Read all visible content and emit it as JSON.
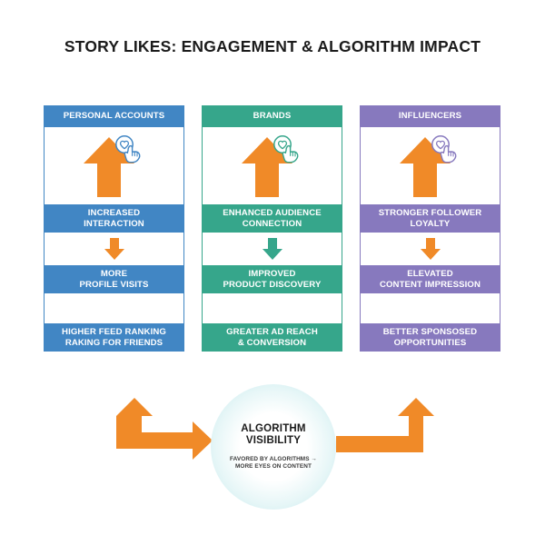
{
  "title": "STORY LIKES: ENGAGEMENT & ALGORITHM IMPACT",
  "colors": {
    "orange": "#F08A28",
    "blue": "#4186C4",
    "teal": "#36A68B",
    "purple": "#8779BE",
    "circle_glow": "#CFEEF0",
    "text_dark": "#1B1B1B"
  },
  "columns": [
    {
      "header": "PERSONAL ACCOUNTS",
      "color": "#4186C4",
      "like_icon": "hand-heart-like-icon",
      "up_arrow_icon": "up-arrow-icon",
      "up_arrow_color": "#F08A28",
      "down_arrow_icon": "down-arrow-icon",
      "down_arrow_color": "#F08A28",
      "steps": [
        "INCREASED\nINTERACTION",
        "MORE\nPROFILE VISITS",
        "HIGHER FEED RANKING\nRAKING FOR FRIENDS"
      ]
    },
    {
      "header": "BRANDS",
      "color": "#36A68B",
      "like_icon": "hand-heart-like-icon",
      "up_arrow_icon": "up-arrow-icon",
      "up_arrow_color": "#F08A28",
      "down_arrow_icon": "down-arrow-icon",
      "down_arrow_color": "#36A68B",
      "steps": [
        "ENHANCED AUDIENCE\nCONNECTION",
        "IMPROVED\nPRODUCT DISCOVERY",
        "GREATER AD REACH\n& CONVERSION"
      ]
    },
    {
      "header": "INFLUENCERS",
      "color": "#8779BE",
      "like_icon": "hand-heart-like-icon",
      "up_arrow_icon": "up-arrow-icon",
      "up_arrow_color": "#F08A28",
      "down_arrow_icon": "down-arrow-icon",
      "down_arrow_color": "#F08A28",
      "steps": [
        "STRONGER FOLLOWER\nLOYALTY",
        "ELEVATED\nCONTENT IMPRESSION",
        "BETTER SPONSOSED\nOPPORTUNITIES"
      ]
    }
  ],
  "bottom": {
    "circle_title": "ALGORITHM\nVISIBILITY",
    "circle_subtitle": "FAVORED BY ALGORITHMS →\nMORE EYES ON CONTENT",
    "left_connector_icon": "elbow-arrow-up-right-icon",
    "right_connector_icon": "elbow-arrow-left-up-icon",
    "connector_color": "#F08A28"
  }
}
